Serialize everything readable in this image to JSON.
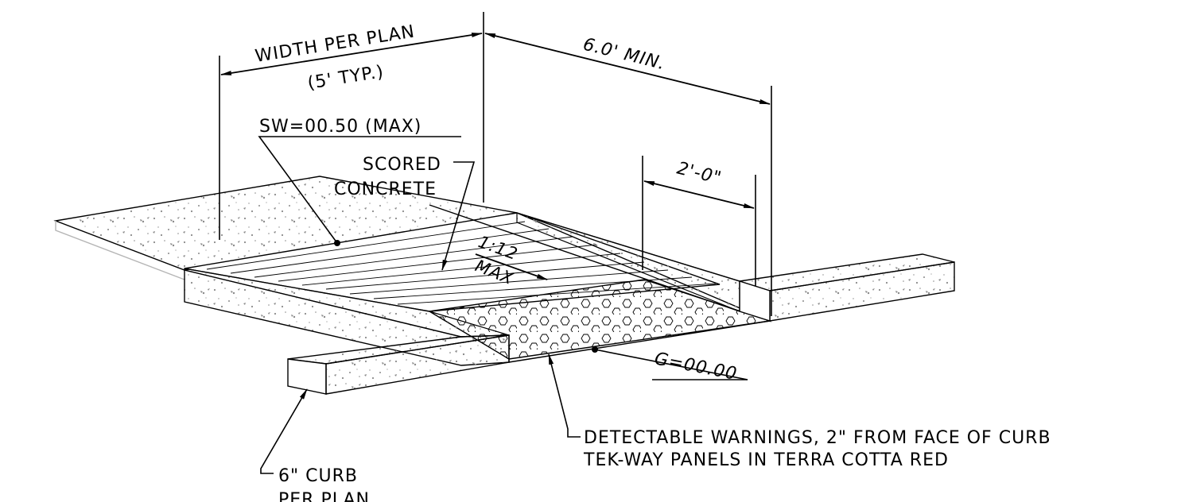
{
  "labels": {
    "width_per_plan": "WIDTH PER PLAN",
    "width_typ": "(5' TYP.)",
    "six_ft_min": "6.0' MIN.",
    "sw_max": "SW=00.50 (MAX)",
    "scored": "SCORED",
    "concrete": "CONCRETE",
    "two_ft": "2'-0\"",
    "slope_ratio": "1:12",
    "slope_max": "MAX",
    "gutter": "G=00.00",
    "detectable_line1": "DETECTABLE WARNINGS, 2\" FROM FACE OF CURB",
    "detectable_line2": "TEK-WAY PANELS IN TERRA COTTA RED",
    "curb_line1": "6\" CURB",
    "curb_line2": "PER PLAN"
  },
  "colors": {
    "line": "#000000",
    "concrete_stipple": "#8a8a8a",
    "faint_edge": "#b5b5b5"
  }
}
